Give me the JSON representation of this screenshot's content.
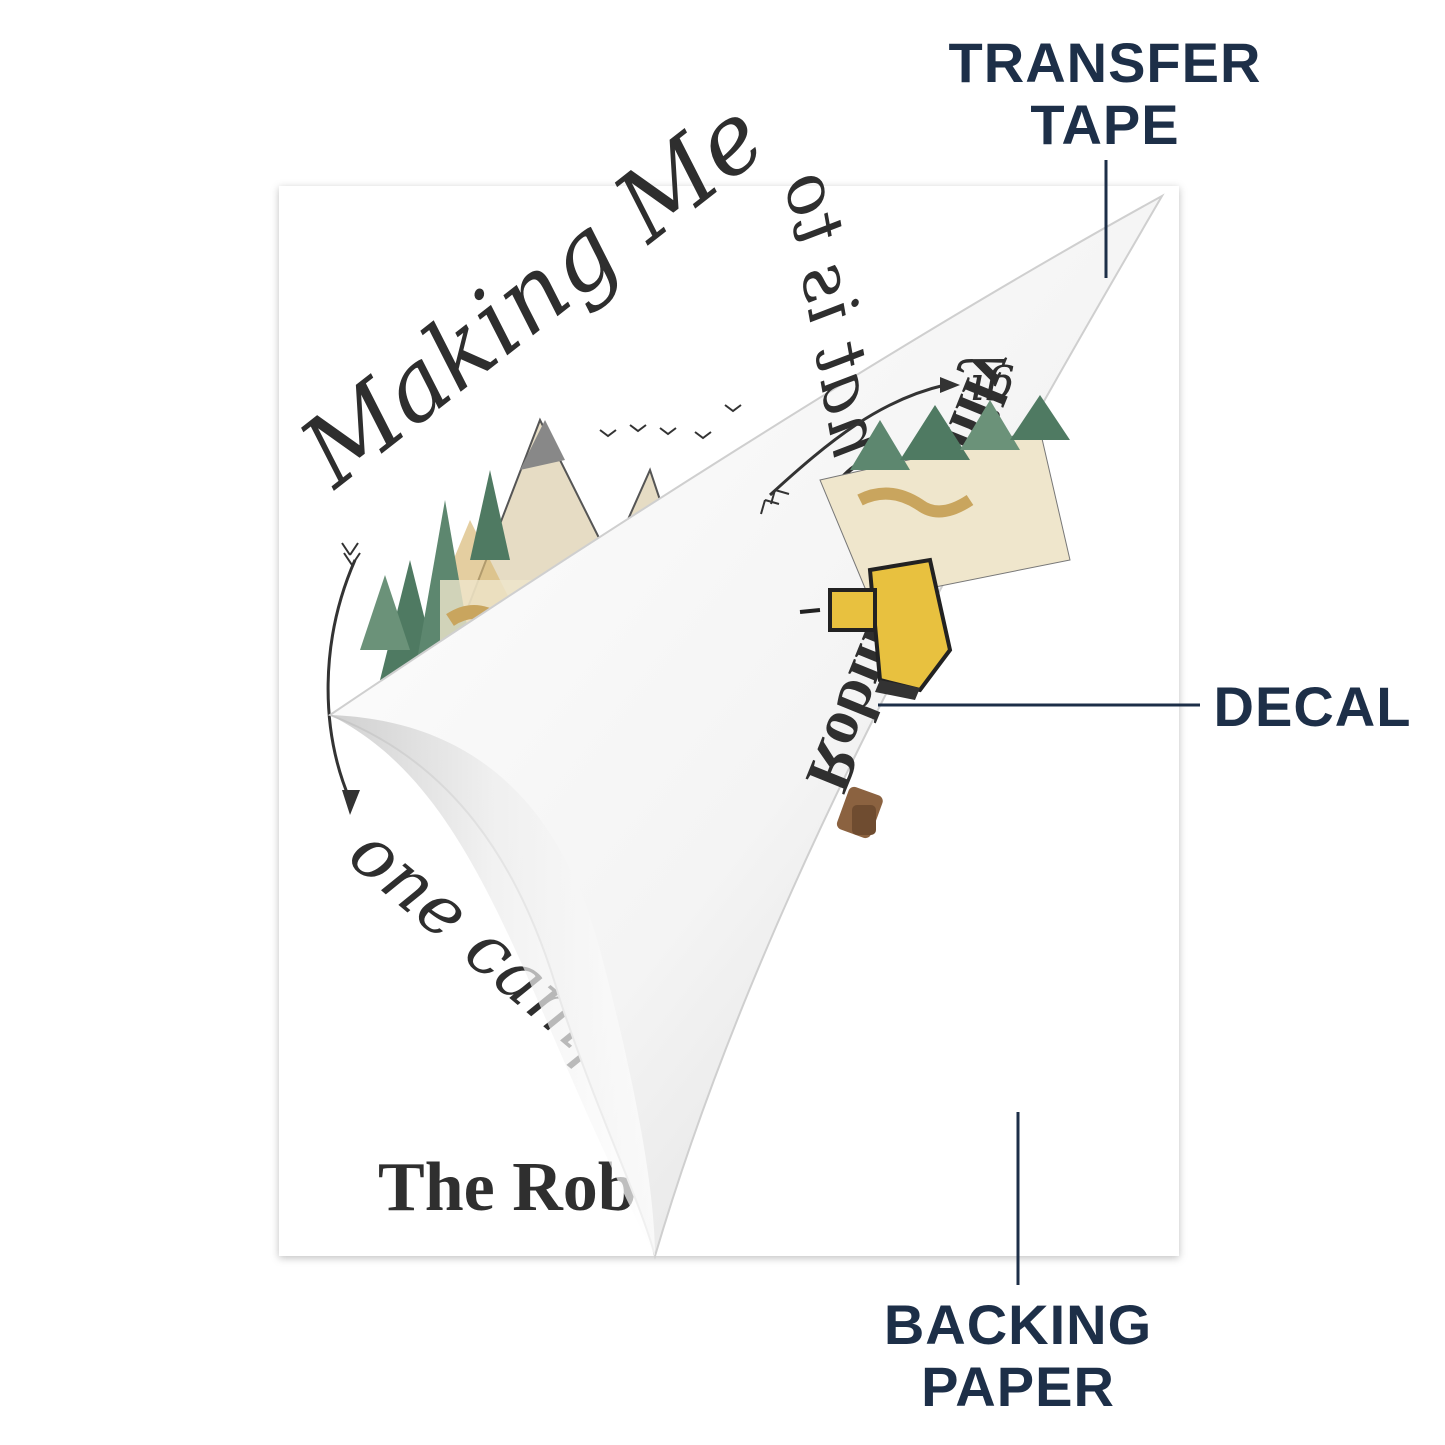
{
  "labels": {
    "transfer_tape": [
      "TRANSFER",
      "TAPE"
    ],
    "decal": "DECAL",
    "backing_paper": [
      "BACKING",
      "PAPER"
    ]
  },
  "decal_text": {
    "arc_top": "Making Me",
    "arc_bottom": "one camps",
    "name": "The Rob",
    "mirrored_name": "Robinson Family",
    "mirrored_script": "what is to"
  },
  "colors": {
    "label": "#1d2f48",
    "script": "#2e2e2e",
    "tree": "#4f7a62",
    "map": "#d9b977",
    "camper": "#e8c13f"
  }
}
